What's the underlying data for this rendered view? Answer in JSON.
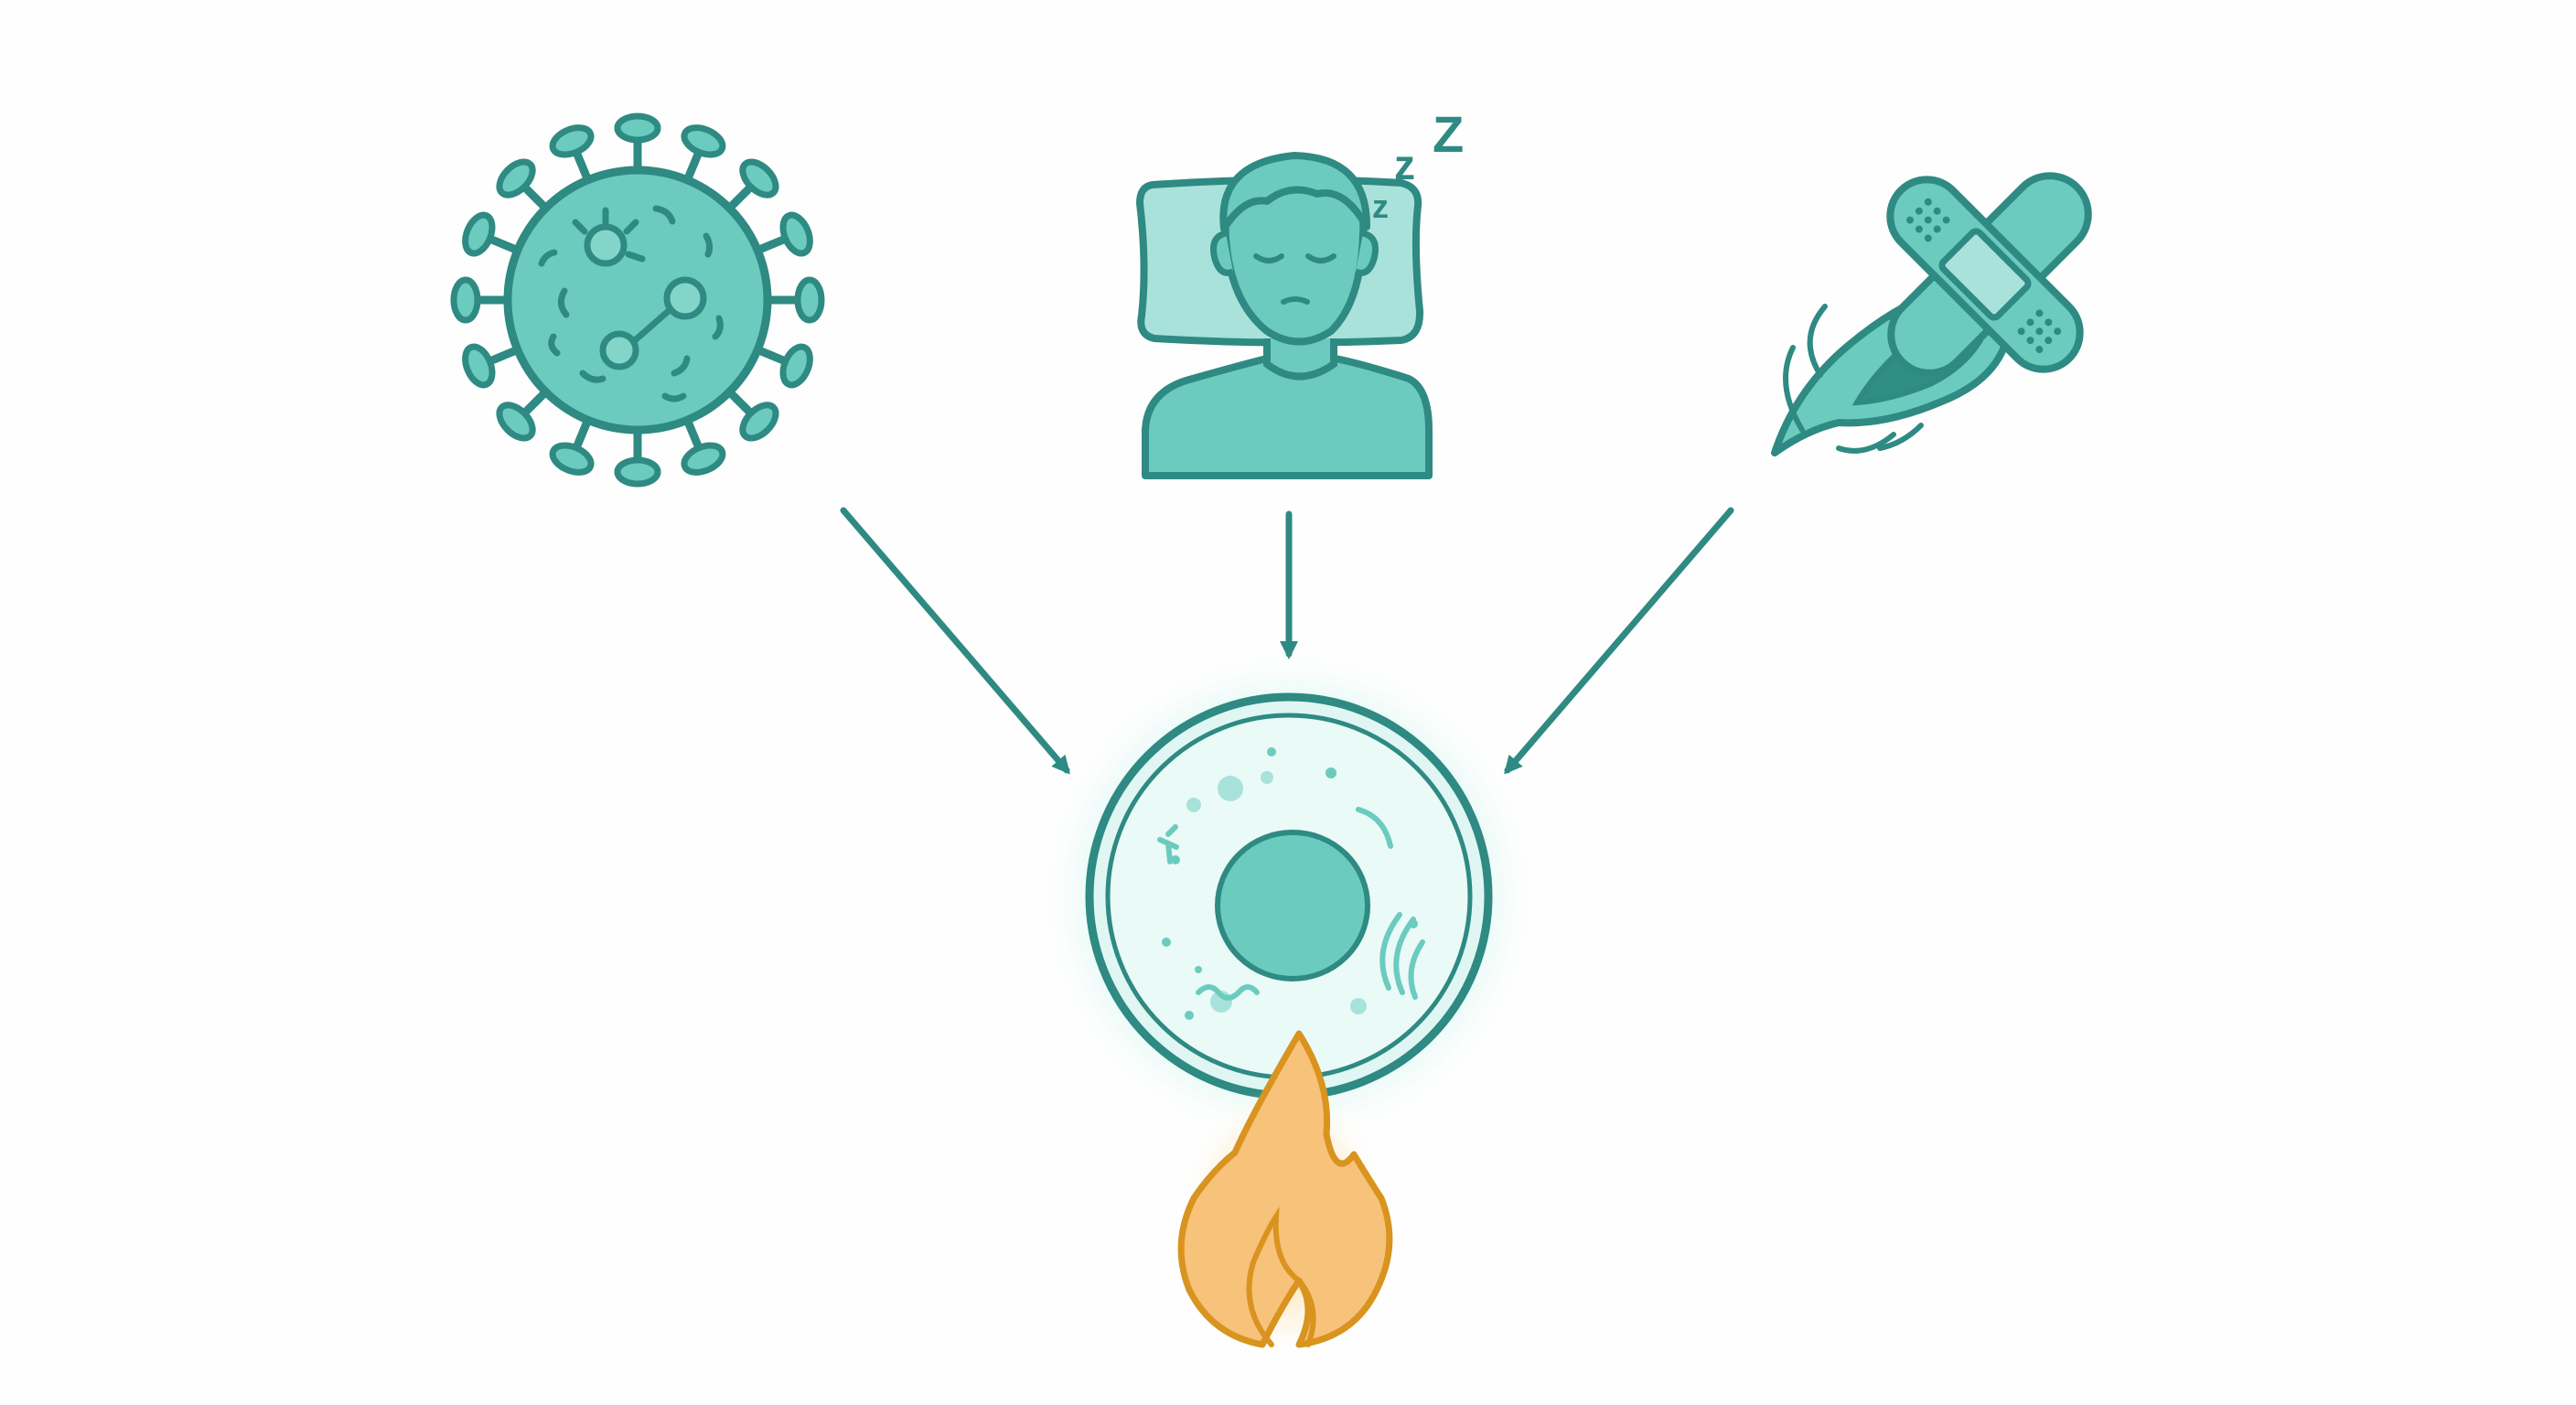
{
  "diagram": {
    "sources": [
      {
        "id": "virus",
        "icon": "virus-icon"
      },
      {
        "id": "sleep",
        "icon": "sleeping-person-icon",
        "text": "zZZ"
      },
      {
        "id": "injury",
        "icon": "bandaged-wound-icon"
      }
    ],
    "target": {
      "icon": "cell-icon"
    },
    "effect": {
      "icon": "flame-icon"
    },
    "flows": [
      {
        "from": "virus",
        "to": "cell"
      },
      {
        "from": "sleep",
        "to": "cell"
      },
      {
        "from": "injury",
        "to": "cell"
      }
    ]
  },
  "colors": {
    "stroke": "#2e8a82",
    "fill": "#6ccbbf",
    "light_fill": "#a9e2da",
    "glow": "#7fe6d8",
    "flame_stroke": "#d9931f",
    "flame_fill": "#f7c27a",
    "flame_glow": "#ffcf7a",
    "background": "#fdfefd"
  }
}
